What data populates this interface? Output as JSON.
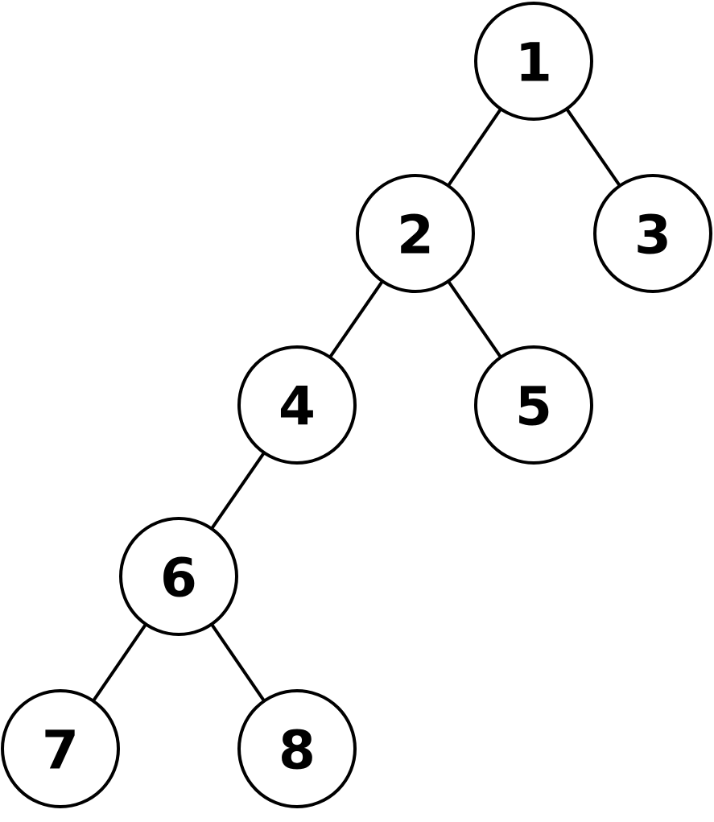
{
  "tree": {
    "nodes": [
      {
        "id": "1",
        "label": "1"
      },
      {
        "id": "2",
        "label": "2"
      },
      {
        "id": "3",
        "label": "3"
      },
      {
        "id": "4",
        "label": "4"
      },
      {
        "id": "5",
        "label": "5"
      },
      {
        "id": "6",
        "label": "6"
      },
      {
        "id": "7",
        "label": "7"
      },
      {
        "id": "8",
        "label": "8"
      }
    ],
    "edges": [
      {
        "from": "1",
        "to": "2"
      },
      {
        "from": "1",
        "to": "3"
      },
      {
        "from": "2",
        "to": "4"
      },
      {
        "from": "2",
        "to": "5"
      },
      {
        "from": "4",
        "to": "6"
      },
      {
        "from": "6",
        "to": "7"
      },
      {
        "from": "6",
        "to": "8"
      }
    ]
  }
}
